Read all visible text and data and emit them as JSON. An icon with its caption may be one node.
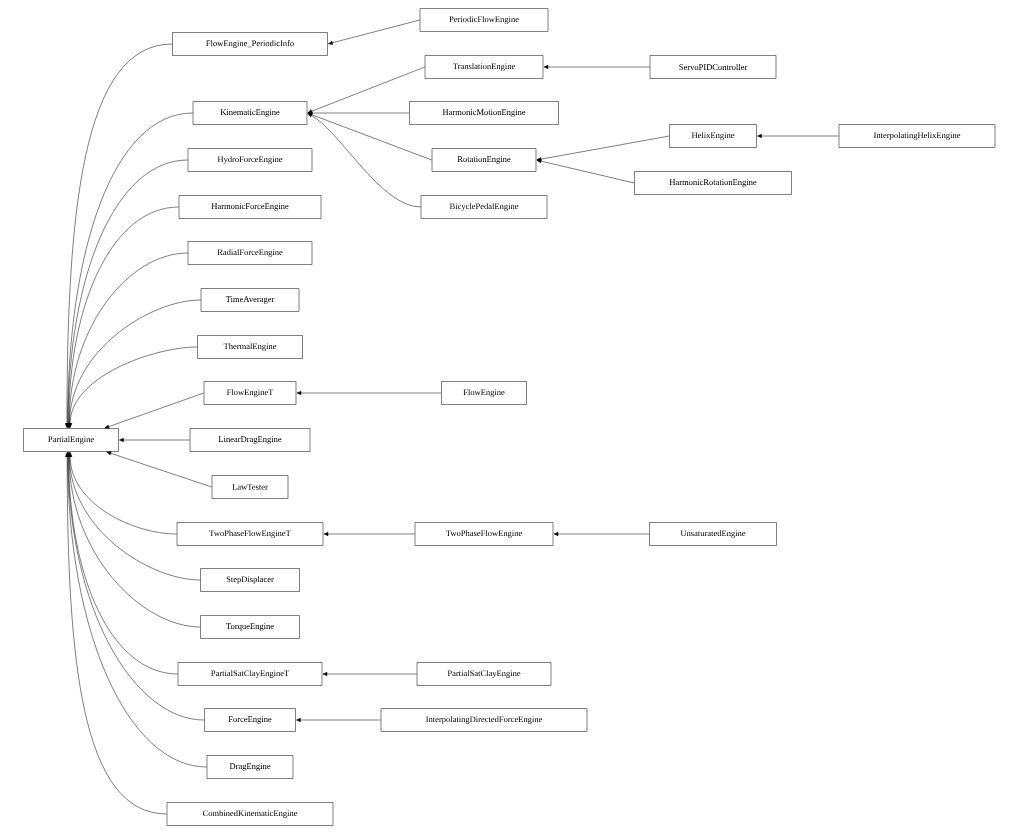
{
  "diagram": {
    "nodes": [
      {
        "text": [
          "PartialEngine"
        ]
      },
      {
        "text": [
          "FlowEngine_PeriodicInfo"
        ]
      },
      {
        "text": [
          "PeriodicFlowEngine"
        ]
      },
      {
        "text": [
          "KinematicEngine"
        ]
      },
      {
        "text": [
          "TranslationEngine"
        ]
      },
      {
        "text": [
          "ServoPIDController"
        ]
      },
      {
        "text": [
          "HarmonicMotionEngine"
        ]
      },
      {
        "text": [
          "HelixEngine"
        ]
      },
      {
        "text": [
          "InterpolatingHelixEngine"
        ]
      },
      {
        "text": [
          "RotationEngine"
        ]
      },
      {
        "text": [
          "HarmonicRotationEngine"
        ]
      },
      {
        "text": [
          "BicyclePedalEngine"
        ]
      },
      {
        "text": [
          "HydroForceEngine"
        ]
      },
      {
        "text": [
          "HarmonicForceEngine"
        ]
      },
      {
        "text": [
          "RadialForceEngine"
        ]
      },
      {
        "text": [
          "TimeAverager"
        ]
      },
      {
        "text": [
          "ThermalEngine"
        ]
      },
      {
        "text": [
          "FlowEngineT"
        ]
      },
      {
        "text": [
          "FlowEngine"
        ]
      },
      {
        "text": [
          "LinearDragEngine"
        ]
      },
      {
        "text": [
          "LawTester"
        ]
      },
      {
        "text": [
          "TwoPhaseFlowEngineT"
        ]
      },
      {
        "text": [
          "TwoPhaseFlowEngine"
        ]
      },
      {
        "text": [
          "UnsaturatedEngine"
        ]
      },
      {
        "text": [
          "StepDisplacer"
        ]
      },
      {
        "text": [
          "TorqueEngine"
        ]
      },
      {
        "text": [
          "PartialSatClayEngineT"
        ]
      },
      {
        "text": [
          "PartialSatClayEngine"
        ]
      },
      {
        "text": [
          "ForceEngine"
        ]
      },
      {
        "text": [
          "InterpolatingDirectedForceEngine"
        ]
      },
      {
        "text": [
          "DragEngine"
        ]
      },
      {
        "text": [
          "CombinedKinematicEngine"
        ]
      }
    ],
    "edges": [
      {
        "from": 1,
        "to": 0,
        "arrow": "to"
      },
      {
        "from": 2,
        "to": 1,
        "arrow": "to"
      },
      {
        "from": 3,
        "to": 0,
        "arrow": "to"
      },
      {
        "from": 4,
        "to": 3,
        "arrow": "to"
      },
      {
        "from": 5,
        "to": 4,
        "arrow": "to"
      },
      {
        "from": 6,
        "to": 3,
        "arrow": "to"
      },
      {
        "from": 9,
        "to": 3,
        "arrow": "to"
      },
      {
        "from": 7,
        "to": 9,
        "arrow": "to"
      },
      {
        "from": 8,
        "to": 7,
        "arrow": "to"
      },
      {
        "from": 10,
        "to": 9,
        "arrow": "to"
      },
      {
        "from": 11,
        "to": 3,
        "arrow": "to"
      },
      {
        "from": 12,
        "to": 0,
        "arrow": "to"
      },
      {
        "from": 13,
        "to": 0,
        "arrow": "to"
      },
      {
        "from": 14,
        "to": 0,
        "arrow": "to"
      },
      {
        "from": 15,
        "to": 0,
        "arrow": "to"
      },
      {
        "from": 16,
        "to": 0,
        "arrow": "to"
      },
      {
        "from": 17,
        "to": 0,
        "arrow": "to"
      },
      {
        "from": 18,
        "to": 17,
        "arrow": "to"
      },
      {
        "from": 19,
        "to": 0,
        "arrow": "to"
      },
      {
        "from": 20,
        "to": 0,
        "arrow": "to"
      },
      {
        "from": 21,
        "to": 0,
        "arrow": "to"
      },
      {
        "from": 22,
        "to": 21,
        "arrow": "to"
      },
      {
        "from": 23,
        "to": 22,
        "arrow": "to"
      },
      {
        "from": 24,
        "to": 0,
        "arrow": "to"
      },
      {
        "from": 25,
        "to": 0,
        "arrow": "to"
      },
      {
        "from": 26,
        "to": 0,
        "arrow": "to"
      },
      {
        "from": 27,
        "to": 26,
        "arrow": "to"
      },
      {
        "from": 28,
        "to": 0,
        "arrow": "to"
      },
      {
        "from": 29,
        "to": 28,
        "arrow": "to"
      },
      {
        "from": 30,
        "to": 0,
        "arrow": "to"
      },
      {
        "from": 31,
        "to": 0,
        "arrow": "to"
      }
    ]
  }
}
